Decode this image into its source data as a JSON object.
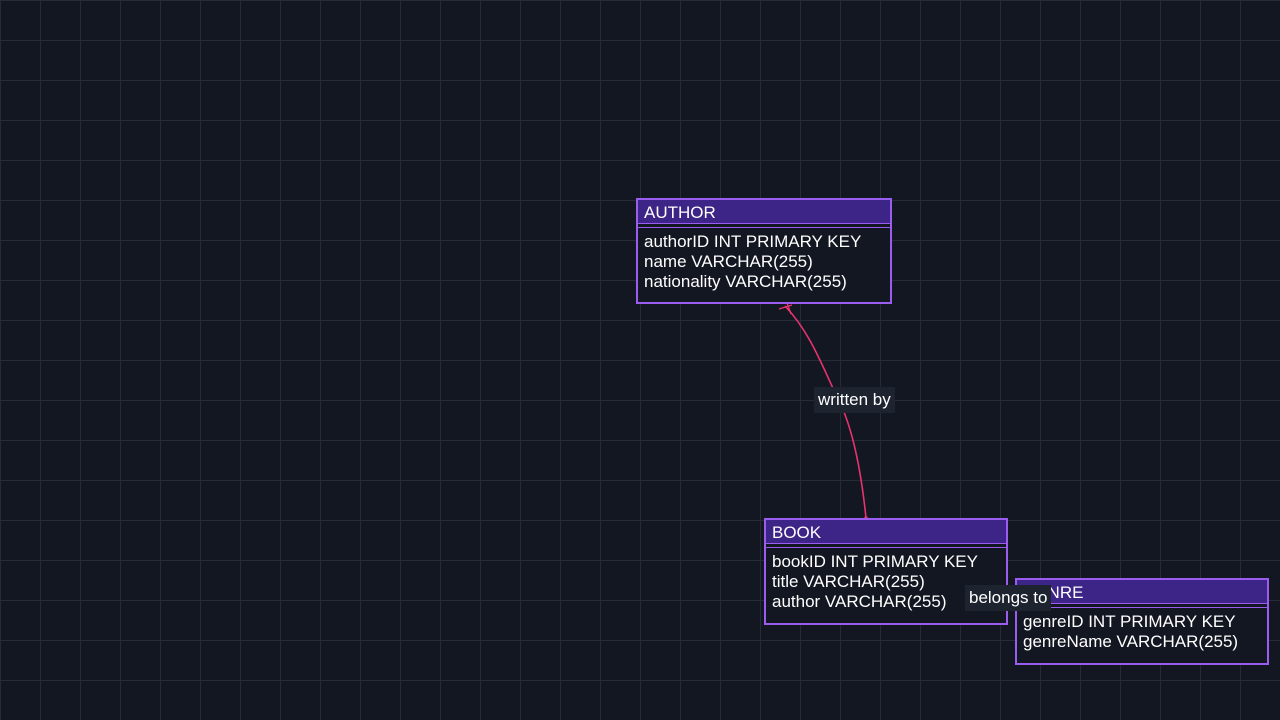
{
  "canvas": {
    "grid": true,
    "background": "#131722",
    "grid_color": "#262b38"
  },
  "colors": {
    "entity_border": "#9b5cf0",
    "entity_header": "#3d2487",
    "relationship_line": "#e8336e",
    "label_bg": "#1e2330"
  },
  "entities": [
    {
      "id": "author",
      "name": "AUTHOR",
      "fields": [
        "authorID INT PRIMARY KEY",
        "name VARCHAR(255)",
        "nationality VARCHAR(255)"
      ]
    },
    {
      "id": "book",
      "name": "BOOK",
      "fields": [
        "bookID INT PRIMARY KEY",
        "title VARCHAR(255)",
        "author VARCHAR(255)"
      ]
    },
    {
      "id": "genre",
      "name": "GENRE",
      "fields": [
        "genreID INT PRIMARY KEY",
        "genreName VARCHAR(255)"
      ]
    }
  ],
  "relationships": [
    {
      "from": "book",
      "to": "author",
      "label": "written by"
    },
    {
      "from": "book",
      "to": "genre",
      "label": "belongs to"
    }
  ]
}
